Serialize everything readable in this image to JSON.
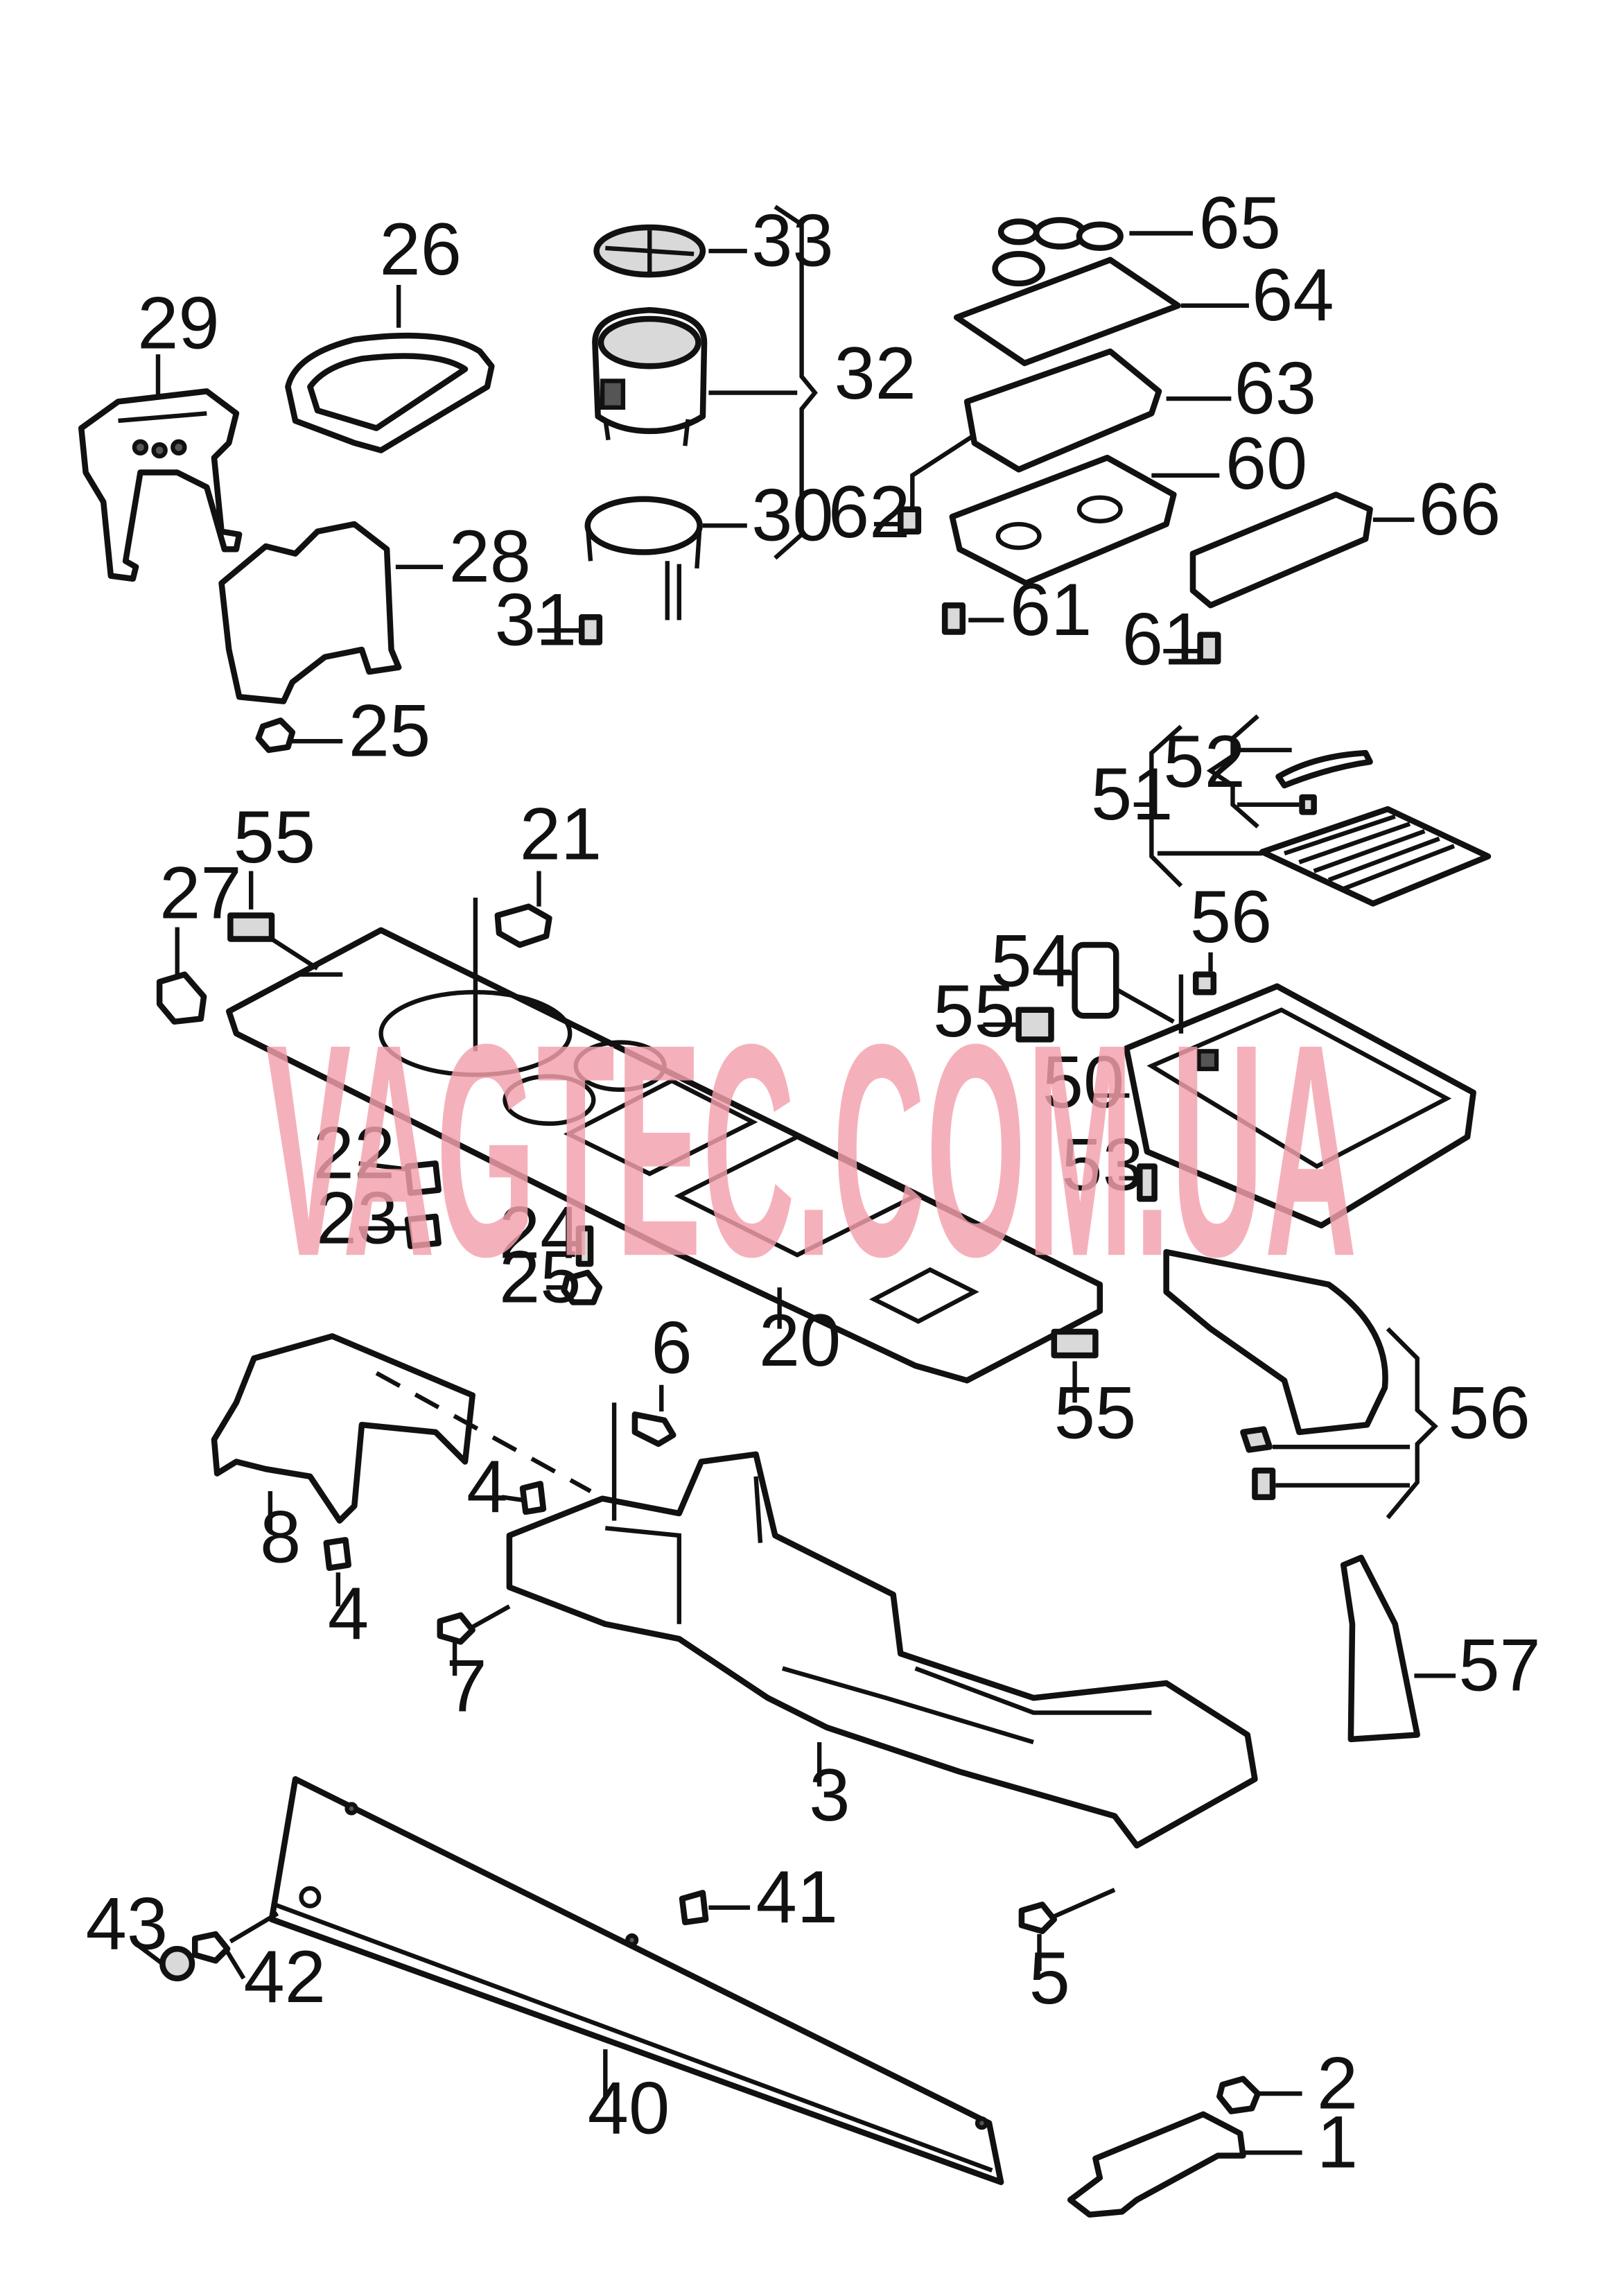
{
  "callouts": [
    {
      "id": "c1",
      "text": "1"
    },
    {
      "id": "c2",
      "text": "2"
    },
    {
      "id": "c3",
      "text": "3"
    },
    {
      "id": "c4a",
      "text": "4"
    },
    {
      "id": "c4b",
      "text": "4"
    },
    {
      "id": "c5",
      "text": "5"
    },
    {
      "id": "c6",
      "text": "6"
    },
    {
      "id": "c7",
      "text": "7"
    },
    {
      "id": "c8",
      "text": "8"
    },
    {
      "id": "c20",
      "text": "20"
    },
    {
      "id": "c21",
      "text": "21"
    },
    {
      "id": "c22",
      "text": "22"
    },
    {
      "id": "c23",
      "text": "23"
    },
    {
      "id": "c24",
      "text": "24"
    },
    {
      "id": "c25a",
      "text": "25"
    },
    {
      "id": "c25b",
      "text": "25"
    },
    {
      "id": "c26",
      "text": "26"
    },
    {
      "id": "c27",
      "text": "27"
    },
    {
      "id": "c28",
      "text": "28"
    },
    {
      "id": "c29",
      "text": "29"
    },
    {
      "id": "c30",
      "text": "30"
    },
    {
      "id": "c31",
      "text": "31"
    },
    {
      "id": "c32",
      "text": "32"
    },
    {
      "id": "c33",
      "text": "33"
    },
    {
      "id": "c40",
      "text": "40"
    },
    {
      "id": "c41",
      "text": "41"
    },
    {
      "id": "c42",
      "text": "42"
    },
    {
      "id": "c43",
      "text": "43"
    },
    {
      "id": "c50",
      "text": "50"
    },
    {
      "id": "c51",
      "text": "51"
    },
    {
      "id": "c52",
      "text": "52"
    },
    {
      "id": "c53",
      "text": "53"
    },
    {
      "id": "c54",
      "text": "54"
    },
    {
      "id": "c55a",
      "text": "55"
    },
    {
      "id": "c55b",
      "text": "55"
    },
    {
      "id": "c55c",
      "text": "55"
    },
    {
      "id": "c56a",
      "text": "56"
    },
    {
      "id": "c56b",
      "text": "56"
    },
    {
      "id": "c57",
      "text": "57"
    },
    {
      "id": "c60",
      "text": "60"
    },
    {
      "id": "c61a",
      "text": "61"
    },
    {
      "id": "c61b",
      "text": "61"
    },
    {
      "id": "c62",
      "text": "62"
    },
    {
      "id": "c63",
      "text": "63"
    },
    {
      "id": "c64",
      "text": "64"
    },
    {
      "id": "c65",
      "text": "65"
    },
    {
      "id": "c66",
      "text": "66"
    }
  ],
  "watermark": "VAGTEC.COM.UA"
}
